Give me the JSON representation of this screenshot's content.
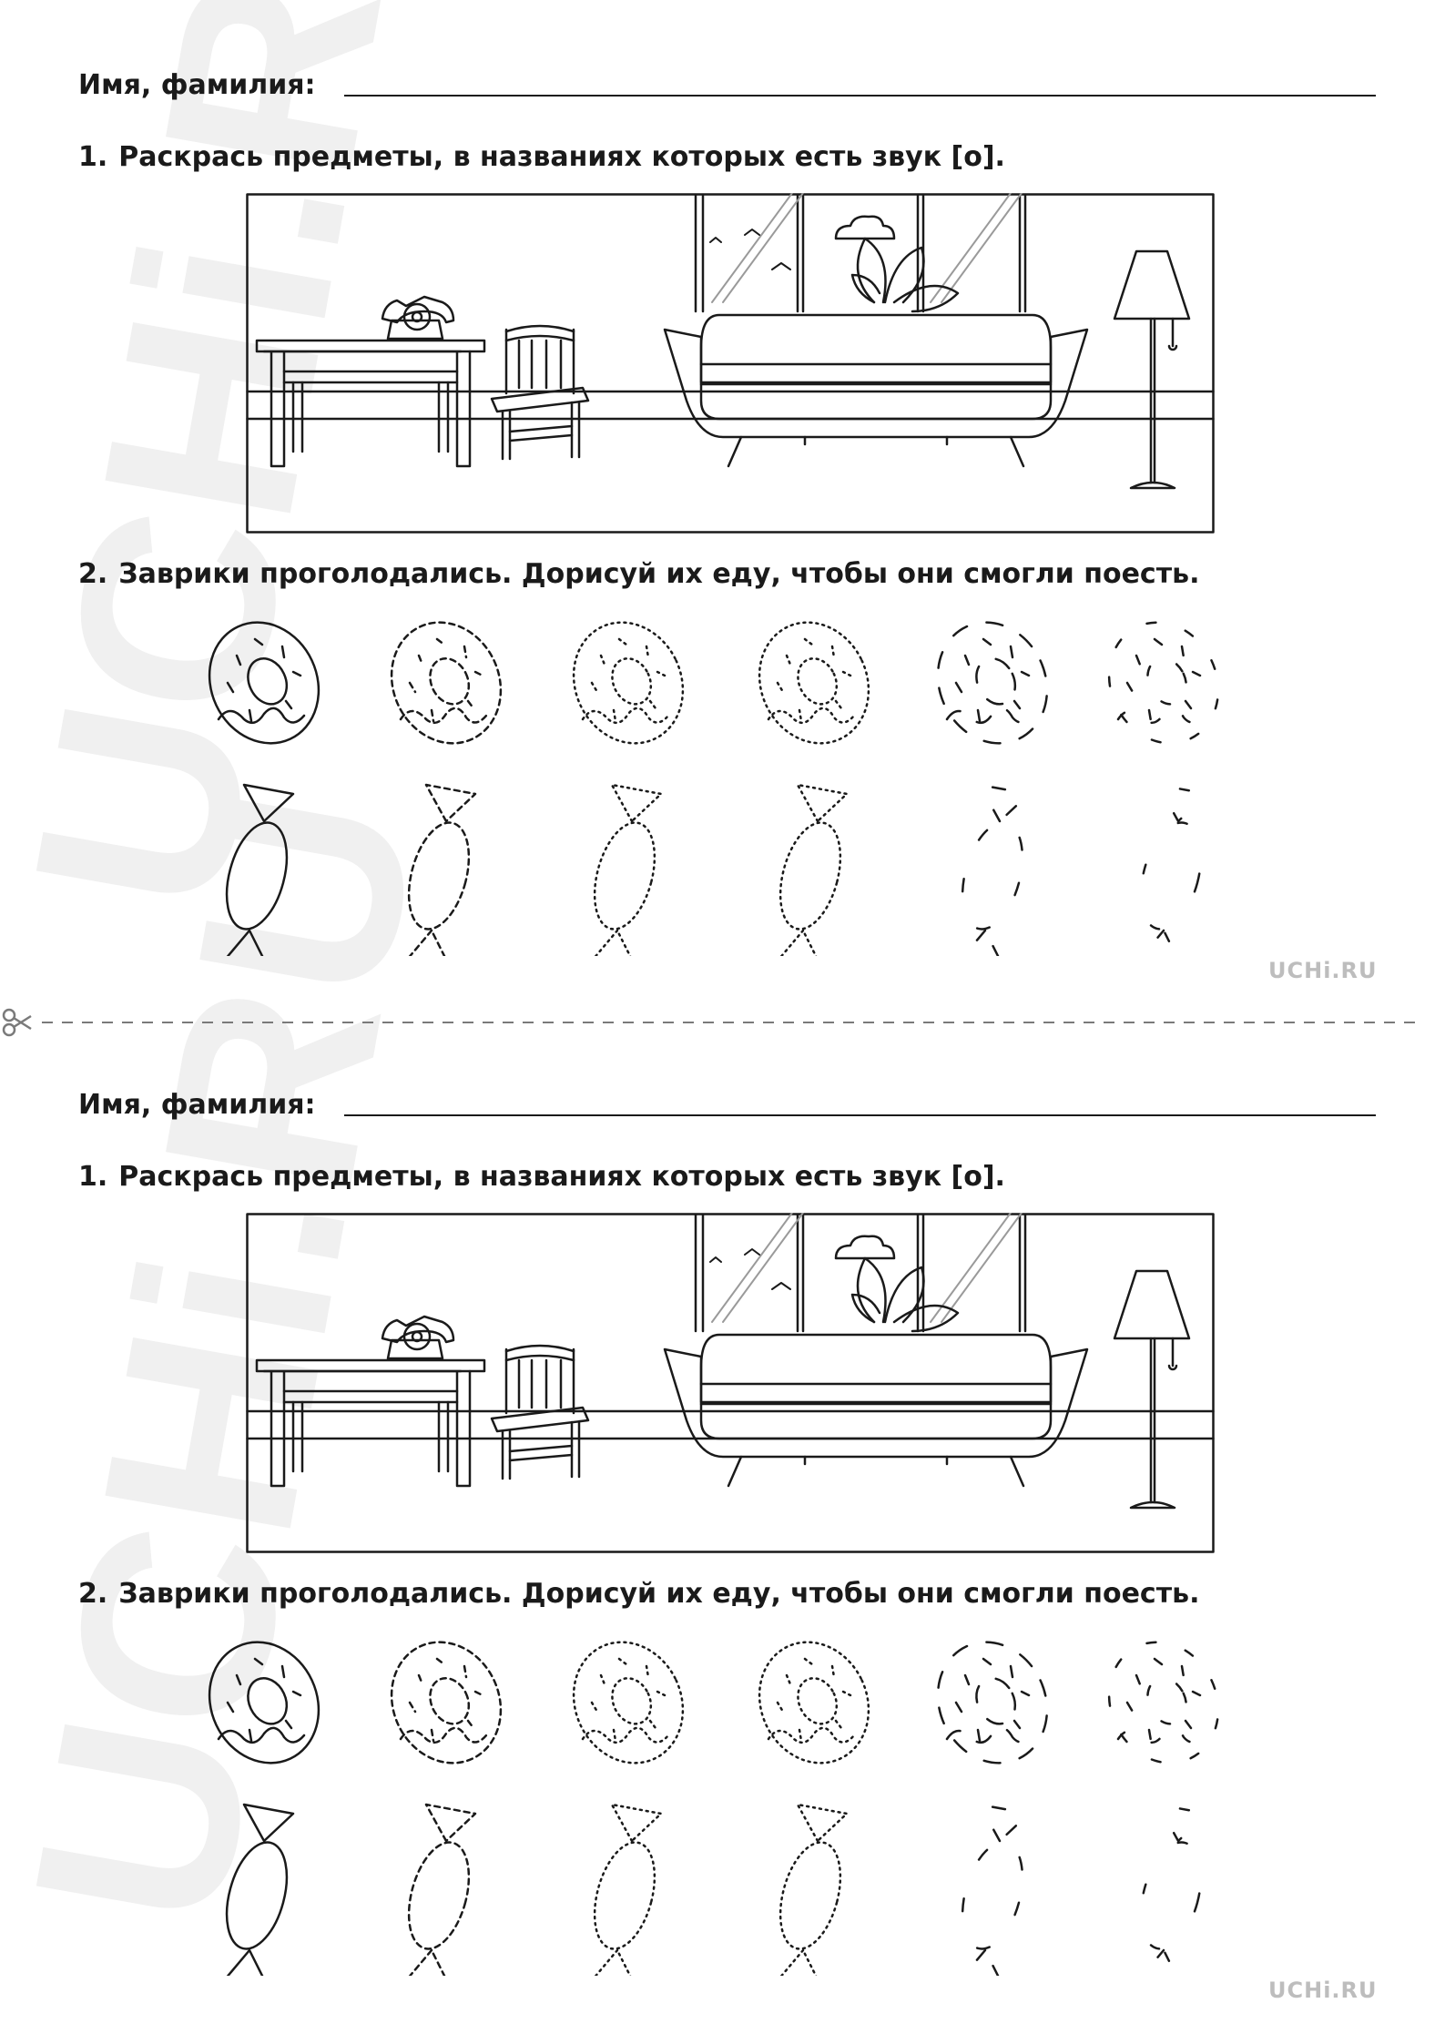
{
  "worksheet": {
    "name_label": "Имя, фамилия:",
    "task1": {
      "number": "1.",
      "text": "Раскрась предметы, в названиях которых есть звук [о]."
    },
    "task2": {
      "number": "2.",
      "text": "Заврики проголодались. Дорисуй их еду, чтобы они смогли поесть."
    },
    "brand": "UCHi.RU",
    "watermark": "UCHi.RU"
  },
  "icons": {
    "scissors": "scissors-icon"
  },
  "colors": {
    "ink": "#1a1a1a",
    "watermark": "#f0f0f0",
    "brand": "#bdbdbd"
  },
  "food_rows": [
    {
      "kind": "donut",
      "stages": [
        "solid",
        "dashed",
        "dotted",
        "dotted",
        "broken",
        "sparse"
      ]
    },
    {
      "kind": "candy",
      "stages": [
        "solid",
        "dashed",
        "dotted",
        "dotted",
        "broken",
        "sparse"
      ]
    }
  ]
}
